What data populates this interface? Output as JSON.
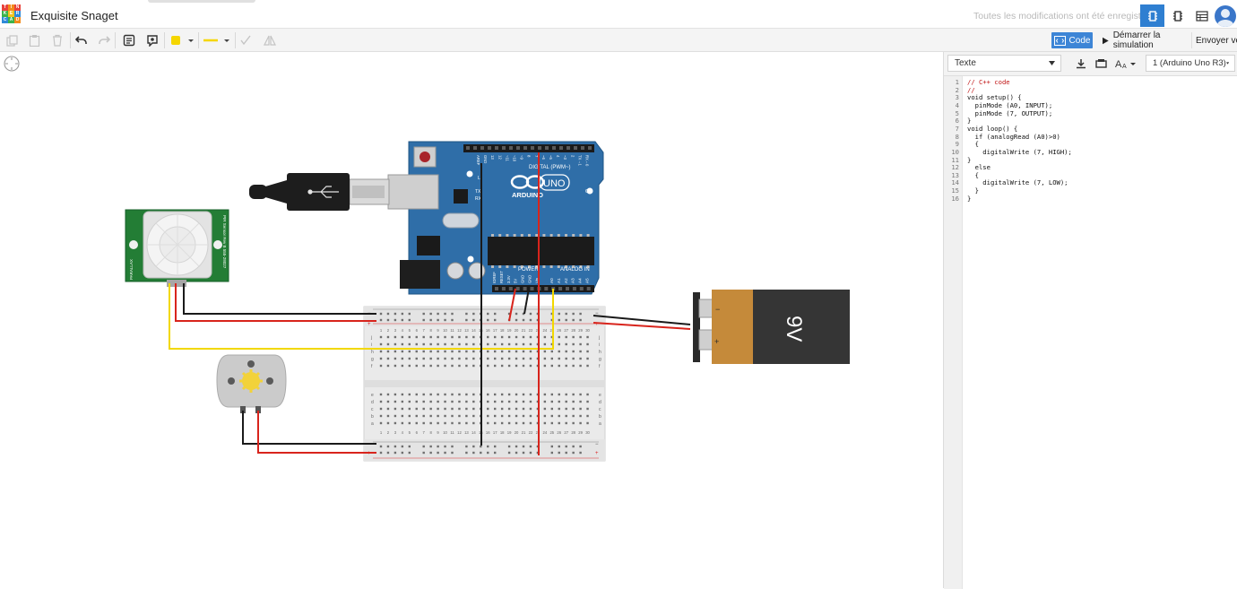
{
  "app": {
    "logo_letters": [
      "T",
      "I",
      "N",
      "K",
      "E",
      "R",
      "C",
      "A",
      "D"
    ],
    "project_title": "Exquisite Snaget",
    "save_status": "Toutes les modifications ont été enregistrées"
  },
  "toolbar": {
    "code_label": "Code",
    "simulate_label": "Démarrer la simulation",
    "send_label": "Envoyer ve...",
    "fill_color": "#f5d600",
    "line_color": "#f5d600"
  },
  "code_panel": {
    "mode": "Texte",
    "board": "1 (Arduino Uno R3)",
    "lines": [
      "// C++ code",
      "//",
      "void setup() {",
      "  pinMode (A0, INPUT);",
      "  pinMode (7, OUTPUT);",
      "}",
      "void loop() {",
      "  if (analogRead (A0)>0)",
      "  {",
      "    digitalWrite (7, HIGH);",
      "}",
      "  else",
      "  {",
      "    digitalWrite (7, LOW);",
      "  }",
      "}"
    ],
    "line_numbers": [
      "1",
      "2",
      "3",
      "4",
      "5",
      "6",
      "7",
      "8",
      "9",
      "10",
      "11",
      "12",
      "13",
      "14",
      "15",
      "16"
    ]
  },
  "circuit": {
    "arduino": {
      "brand": "ARDUINO",
      "model": "UNO",
      "digital_header": "DIGITAL (PWM~)",
      "power_label": "POWER",
      "analog_label": "ANALOG IN",
      "on_label": "ON",
      "tx_label": "TX",
      "rx_label": "RX",
      "l_label": "L",
      "digital_pins": [
        "AREF",
        "GND",
        "13",
        "12",
        "~11",
        "~10",
        "~9",
        "8",
        "7",
        "~6",
        "~5",
        "4",
        "~3",
        "2",
        "TX→1",
        "RX←0"
      ],
      "power_pins": [
        "IOREF",
        "RESET",
        "3.3V",
        "5V",
        "GND",
        "GND",
        "Vin"
      ],
      "analog_pins": [
        "A0",
        "A1",
        "A2",
        "A3",
        "A4",
        "A5"
      ]
    },
    "pir_sensor": {
      "side_label_left": "PARALLAX",
      "side_label_right": "PIR Sensor Rev B 555-28027"
    },
    "battery": {
      "label": "9V",
      "minus": "−",
      "plus": "+"
    },
    "breadboard": {
      "rail_minus": "−",
      "rail_plus": "+",
      "row_letters_top": [
        "j",
        "i",
        "h",
        "g",
        "f"
      ],
      "row_letters_bottom": [
        "e",
        "d",
        "c",
        "b",
        "a"
      ],
      "column_numbers": [
        "1",
        "2",
        "3",
        "4",
        "5",
        "6",
        "7",
        "8",
        "9",
        "10",
        "11",
        "12",
        "13",
        "14",
        "15",
        "16",
        "17",
        "18",
        "19",
        "20",
        "21",
        "22",
        "23",
        "24",
        "25",
        "26",
        "27",
        "28",
        "29",
        "30"
      ]
    },
    "wire_colors": {
      "black": "#1a1a1a",
      "red": "#d8241c",
      "yellow": "#f2d800"
    }
  }
}
